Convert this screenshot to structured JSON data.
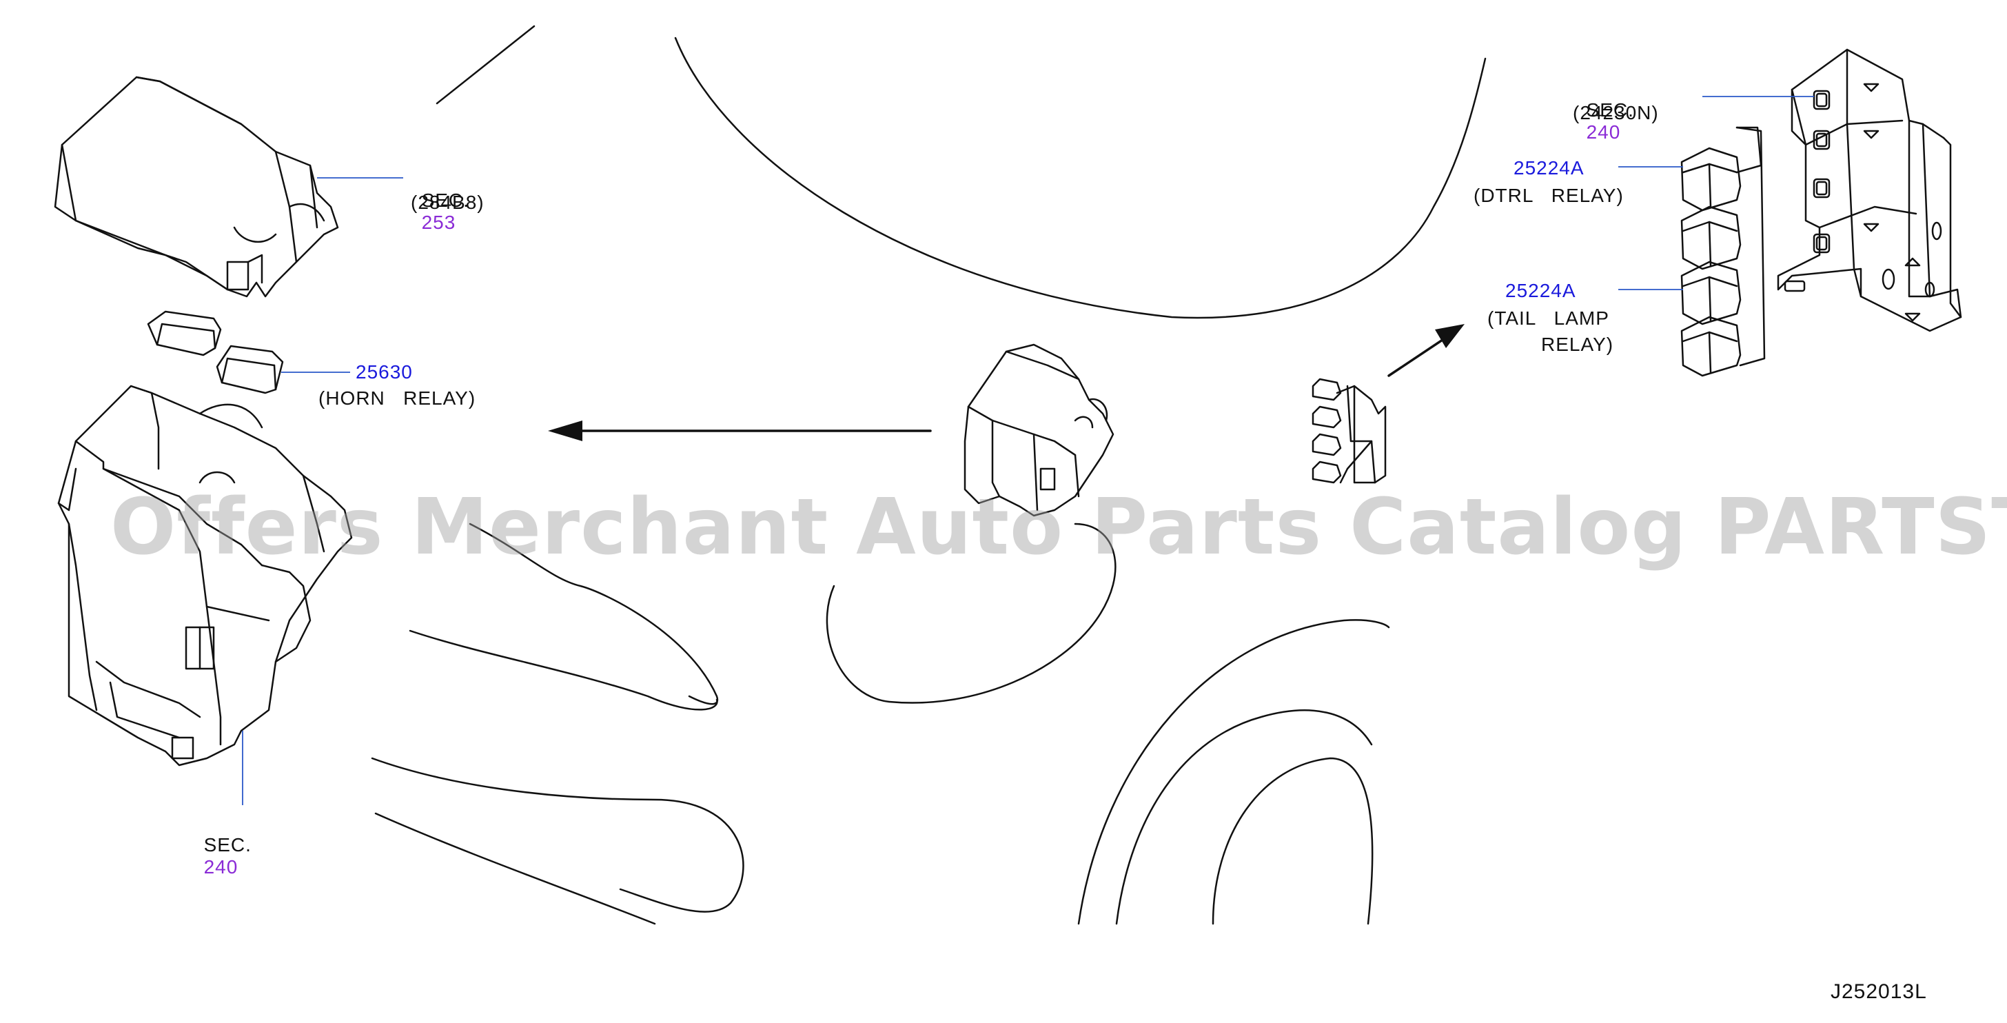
{
  "callouts": {
    "sec253": {
      "prefix": "SEC.",
      "number": "253",
      "part": "(284B8)"
    },
    "horn_relay": {
      "part_number": "25630",
      "description": "(HORN   RELAY)"
    },
    "sec240_left": {
      "prefix": "SEC.",
      "number": "240"
    },
    "sec240_right": {
      "prefix": "SEC.",
      "number": "240",
      "part": "(24230N)"
    },
    "dtrl_relay": {
      "part_number": "25224A",
      "description": "(DTRL   RELAY)"
    },
    "tail_lamp_relay": {
      "part_number": "25224A",
      "description_line1": "(TAIL   LAMP",
      "description_line2": "RELAY)"
    }
  },
  "watermark": "Offers Merchant Auto Parts Catalog PARTSTORE.SA",
  "diagram_code": "J252013L",
  "colors": {
    "line": "#111111",
    "leader": "#2a58c8",
    "part_number": "#1a1adc",
    "section_number": "#8a2bd6",
    "watermark": "#a0a0a0"
  }
}
